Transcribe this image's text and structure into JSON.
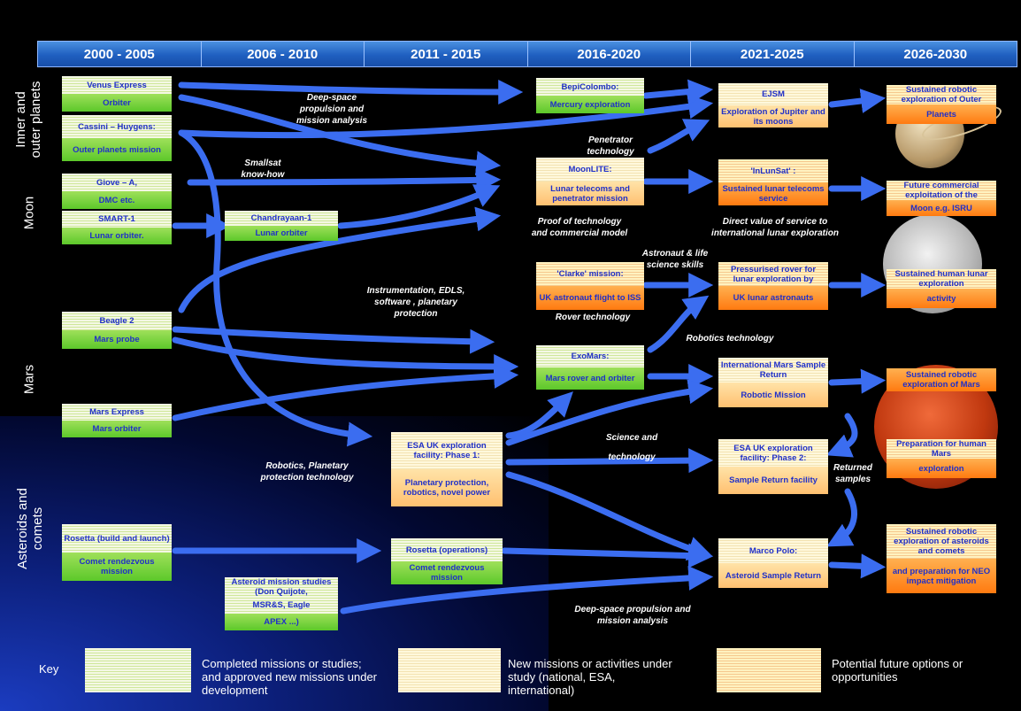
{
  "header": {
    "periods": [
      "2000 - 2005",
      "2006 - 2010",
      "2011 - 2015",
      "2016-2020",
      "2021-2025",
      "2026-2030"
    ]
  },
  "rows": {
    "inner_outer": "Inner and outer planets",
    "moon": "Moon",
    "mars": "Mars",
    "asteroids": "Asteroids and comets"
  },
  "boxes": {
    "venus": [
      "Venus Express",
      "Orbiter"
    ],
    "cassini": [
      "Cassini – Huygens:",
      "Outer planets mission"
    ],
    "giove": [
      "Giove – A,",
      "DMC etc."
    ],
    "smart": [
      "SMART-1",
      "Lunar orbiter."
    ],
    "chandrayaan": [
      "Chandrayaan-1",
      "Lunar orbiter"
    ],
    "beagle": [
      "Beagle 2",
      "Mars probe"
    ],
    "marsexpress": [
      "Mars Express",
      "Mars orbiter"
    ],
    "rosetta_build": [
      "Rosetta (build and launch)",
      "Comet rendezvous mission"
    ],
    "asteroid_studies": [
      "Asteroid mission studies (Don Quijote,",
      "MSR&S, Eagle",
      "APEX ...)"
    ],
    "esa_phase1": [
      "ESA UK exploration facility: Phase 1:",
      "Planetary protection, robotics, novel power"
    ],
    "rosetta_ops": [
      "Rosetta (operations)",
      "Comet rendezvous mission"
    ],
    "bepi": [
      "BepiColombo:",
      "Mercury exploration"
    ],
    "moonlite": [
      "MoonLITE:",
      "Lunar telecoms and penetrator mission"
    ],
    "clarke": [
      "'Clarke' mission:",
      "UK astronaut flight to ISS"
    ],
    "exomars": [
      "ExoMars:",
      "Mars rover and orbiter"
    ],
    "ejsm": [
      "EJSM",
      "Exploration of Jupiter and its moons"
    ],
    "inlunsat": [
      "'InLunSat' :",
      "Sustained lunar telecoms service"
    ],
    "rover": [
      "Pressurised rover for lunar exploration by",
      "UK lunar astronauts"
    ],
    "imsr": [
      "International Mars Sample Return",
      "Robotic Mission"
    ],
    "esa_phase2": [
      "ESA UK exploration facility: Phase 2:",
      "Sample Return facility"
    ],
    "marcopolo": [
      "Marco Polo:",
      "Asteroid Sample Return"
    ],
    "outer": [
      "Sustained robotic exploration of Outer",
      "Planets"
    ],
    "future_moon": [
      "Future commercial exploitation of the",
      "Moon e.g. ISRU"
    ],
    "human_lunar": [
      "Sustained human lunar exploration",
      "activity"
    ],
    "robotic_mars": [
      "Sustained robotic exploration of Mars",
      ""
    ],
    "human_mars": [
      "Preparation for human Mars",
      "exploration"
    ],
    "asteroid_future": [
      "Sustained robotic exploration of asteroids and comets",
      "and preparation for NEO impact mitigation"
    ]
  },
  "annotations": {
    "deep_space_top": "Deep-space propulsion and mission analysis",
    "smallsat": "Smallsat know-how",
    "penetrator": "Penetrator technology",
    "proof": "Proof of technology and commercial model",
    "direct_value": "Direct value of service to international lunar exploration",
    "astronaut": "Astronaut & life science skills",
    "instrumentation": "Instrumentation, EDLS, software , planetary protection",
    "rover_tech": "Rover technology",
    "robotics_tech": "Robotics technology",
    "science_tech1": "Science and",
    "science_tech2": "technology",
    "robotics_pp": "Robotics, Planetary protection technology",
    "returned": "Returned samples",
    "deep_space_bottom": "Deep-space propulsion and mission analysis"
  },
  "key": {
    "title": "Key",
    "completed": "Completed missions or studies; and approved new missions under development",
    "new": "New missions or activities under study (national, ESA, international)",
    "future": "Potential future options or opportunities"
  },
  "colors": {
    "arrow": "#3b6df0",
    "header": "#1f5fc0",
    "green": "#5cc82a",
    "cream": "#ffc070",
    "orange": "#ff7a10"
  }
}
